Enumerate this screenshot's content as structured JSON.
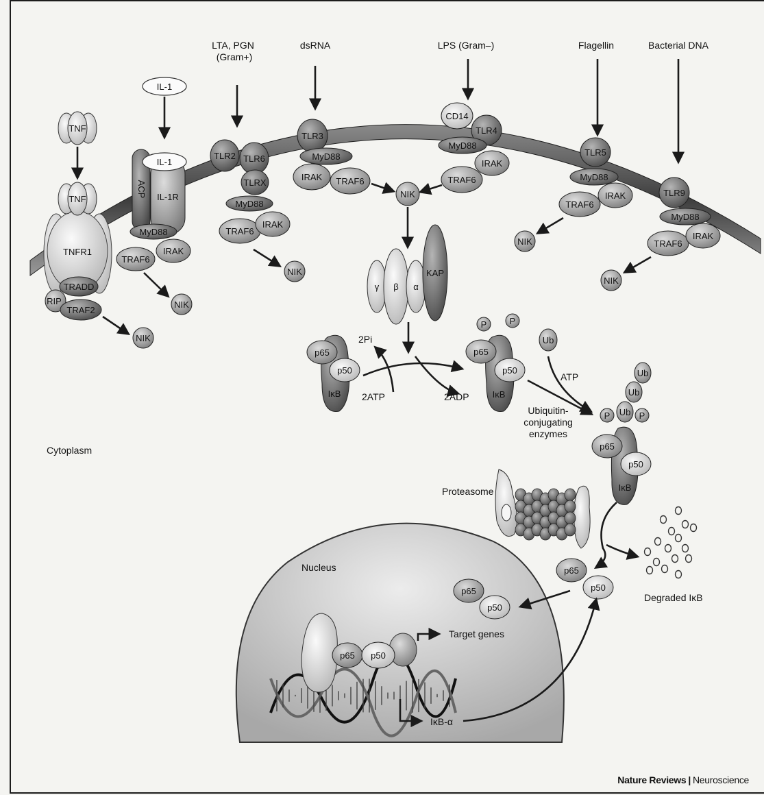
{
  "ligands": {
    "il1_top": "IL-1",
    "lta_pgn_line1": "LTA, PGN",
    "lta_pgn_line2": "(Gram+)",
    "dsrna": "dsRNA",
    "lps": "LPS (Gram–)",
    "flagellin": "Flagellin",
    "bacterial_dna": "Bacterial DNA"
  },
  "tnf_pathway": {
    "tnf_free": "TNF",
    "tnf_bound": "TNF",
    "tnfr1": "TNFR1",
    "tradd": "TRADD",
    "rip": "RIP",
    "traf2": "TRAF2",
    "nik": "NIK"
  },
  "il1_pathway": {
    "il1_bound": "IL-1",
    "acp": "ACP",
    "il1r": "IL-1R",
    "myd88": "MyD88",
    "traf6": "TRAF6",
    "irak": "IRAK",
    "nik": "NIK"
  },
  "tlr2_pathway": {
    "tlr2": "TLR2",
    "tlr6": "TLR6",
    "tlrx": "TLRX",
    "myd88": "MyD88",
    "traf6": "TRAF6",
    "irak": "IRAK",
    "nik": "NIK"
  },
  "tlr3_pathway": {
    "tlr3": "TLR3",
    "myd88": "MyD88",
    "irak": "IRAK",
    "traf6": "TRAF6"
  },
  "tlr4_pathway": {
    "cd14": "CD14",
    "tlr4": "TLR4",
    "myd88": "MyD88",
    "irak": "IRAK",
    "traf6": "TRAF6"
  },
  "central_nik": "NIK",
  "tlr5_pathway": {
    "tlr5": "TLR5",
    "myd88": "MyD88",
    "traf6": "TRAF6",
    "irak": "IRAK",
    "nik": "NIK"
  },
  "tlr9_pathway": {
    "tlr9": "TLR9",
    "myd88": "MyD88",
    "traf6": "TRAF6",
    "irak": "IRAK",
    "nik": "NIK"
  },
  "ikk_complex": {
    "gamma": "γ",
    "beta": "β",
    "alpha": "α",
    "kap": "KAP"
  },
  "phosphorylation": {
    "in_left": "2Pi",
    "in_left2": "2ATP",
    "out_right": "2ADP"
  },
  "complex_unphos": {
    "p65": "p65",
    "p50": "p50",
    "ikb": "IκB"
  },
  "complex_phos": {
    "p1": "P",
    "p2": "P",
    "p65": "p65",
    "p50": "p50",
    "ikb": "IκB"
  },
  "ubiquitination": {
    "ub": "Ub",
    "atp": "ATP",
    "enzymes_line1": "Ubiquitin-",
    "enzymes_line2": "conjugating",
    "enzymes_line3": "enzymes"
  },
  "complex_ub": {
    "ub1": "Ub",
    "ub2": "Ub",
    "ub3": "Ub",
    "p_left": "P",
    "p_right": "P",
    "p65": "p65",
    "p50": "p50",
    "ikb": "IκB"
  },
  "proteasome": "Proteasome",
  "degraded": "Degraded IκB",
  "cytoplasm": "Cytoplasm",
  "nucleus": {
    "label": "Nucleus",
    "p65": "p65",
    "p50": "p50",
    "dna_p65": "p65",
    "dna_p50": "p50",
    "target_genes": "Target genes",
    "ikb_alpha": "IκB-α"
  },
  "free_dimer": {
    "p65": "p65",
    "p50": "p50"
  },
  "credit": {
    "journal": "Nature Reviews",
    "field": "Neuroscience"
  }
}
